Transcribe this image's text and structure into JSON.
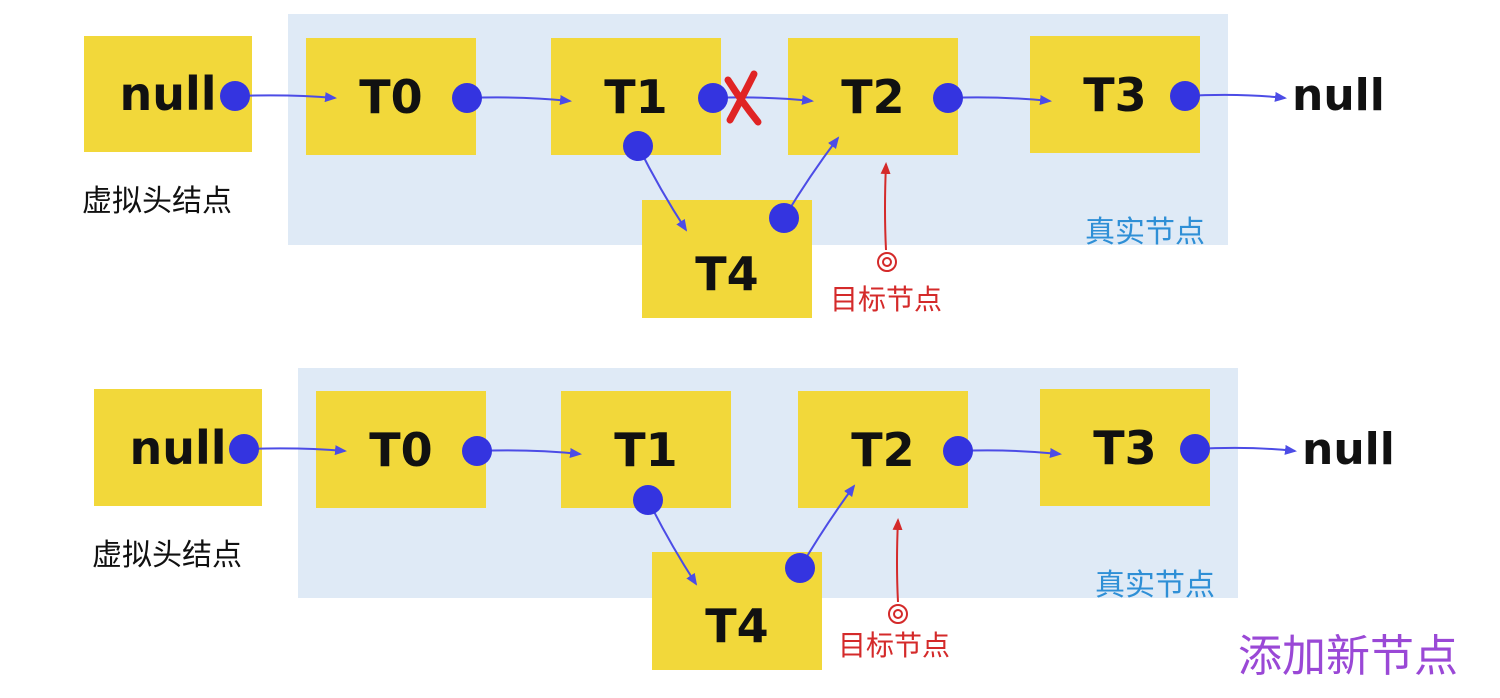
{
  "colors": {
    "node_fill": "#f2d83a",
    "region_fill": "#dfeaf6",
    "pointer_dot": "#3434e0",
    "arrow": "#4c4ce6",
    "target_arrow": "#d42a2a",
    "broken_mark": "#e02424",
    "real_label": "#2e8fd6",
    "footer": "#9a48d6"
  },
  "labels": {
    "dummy_head": "null",
    "dummy_head_caption": "虚拟头结点",
    "tail_null": "null",
    "real_nodes": "真实节点",
    "target_node": "目标节点"
  },
  "nodes": [
    "T0",
    "T1",
    "T2",
    "T3",
    "T4"
  ],
  "panels": [
    {
      "name": "before",
      "link_t1_t2_broken": true
    },
    {
      "name": "after",
      "link_t1_t2_broken": false
    }
  ],
  "footer": "添加新节点"
}
